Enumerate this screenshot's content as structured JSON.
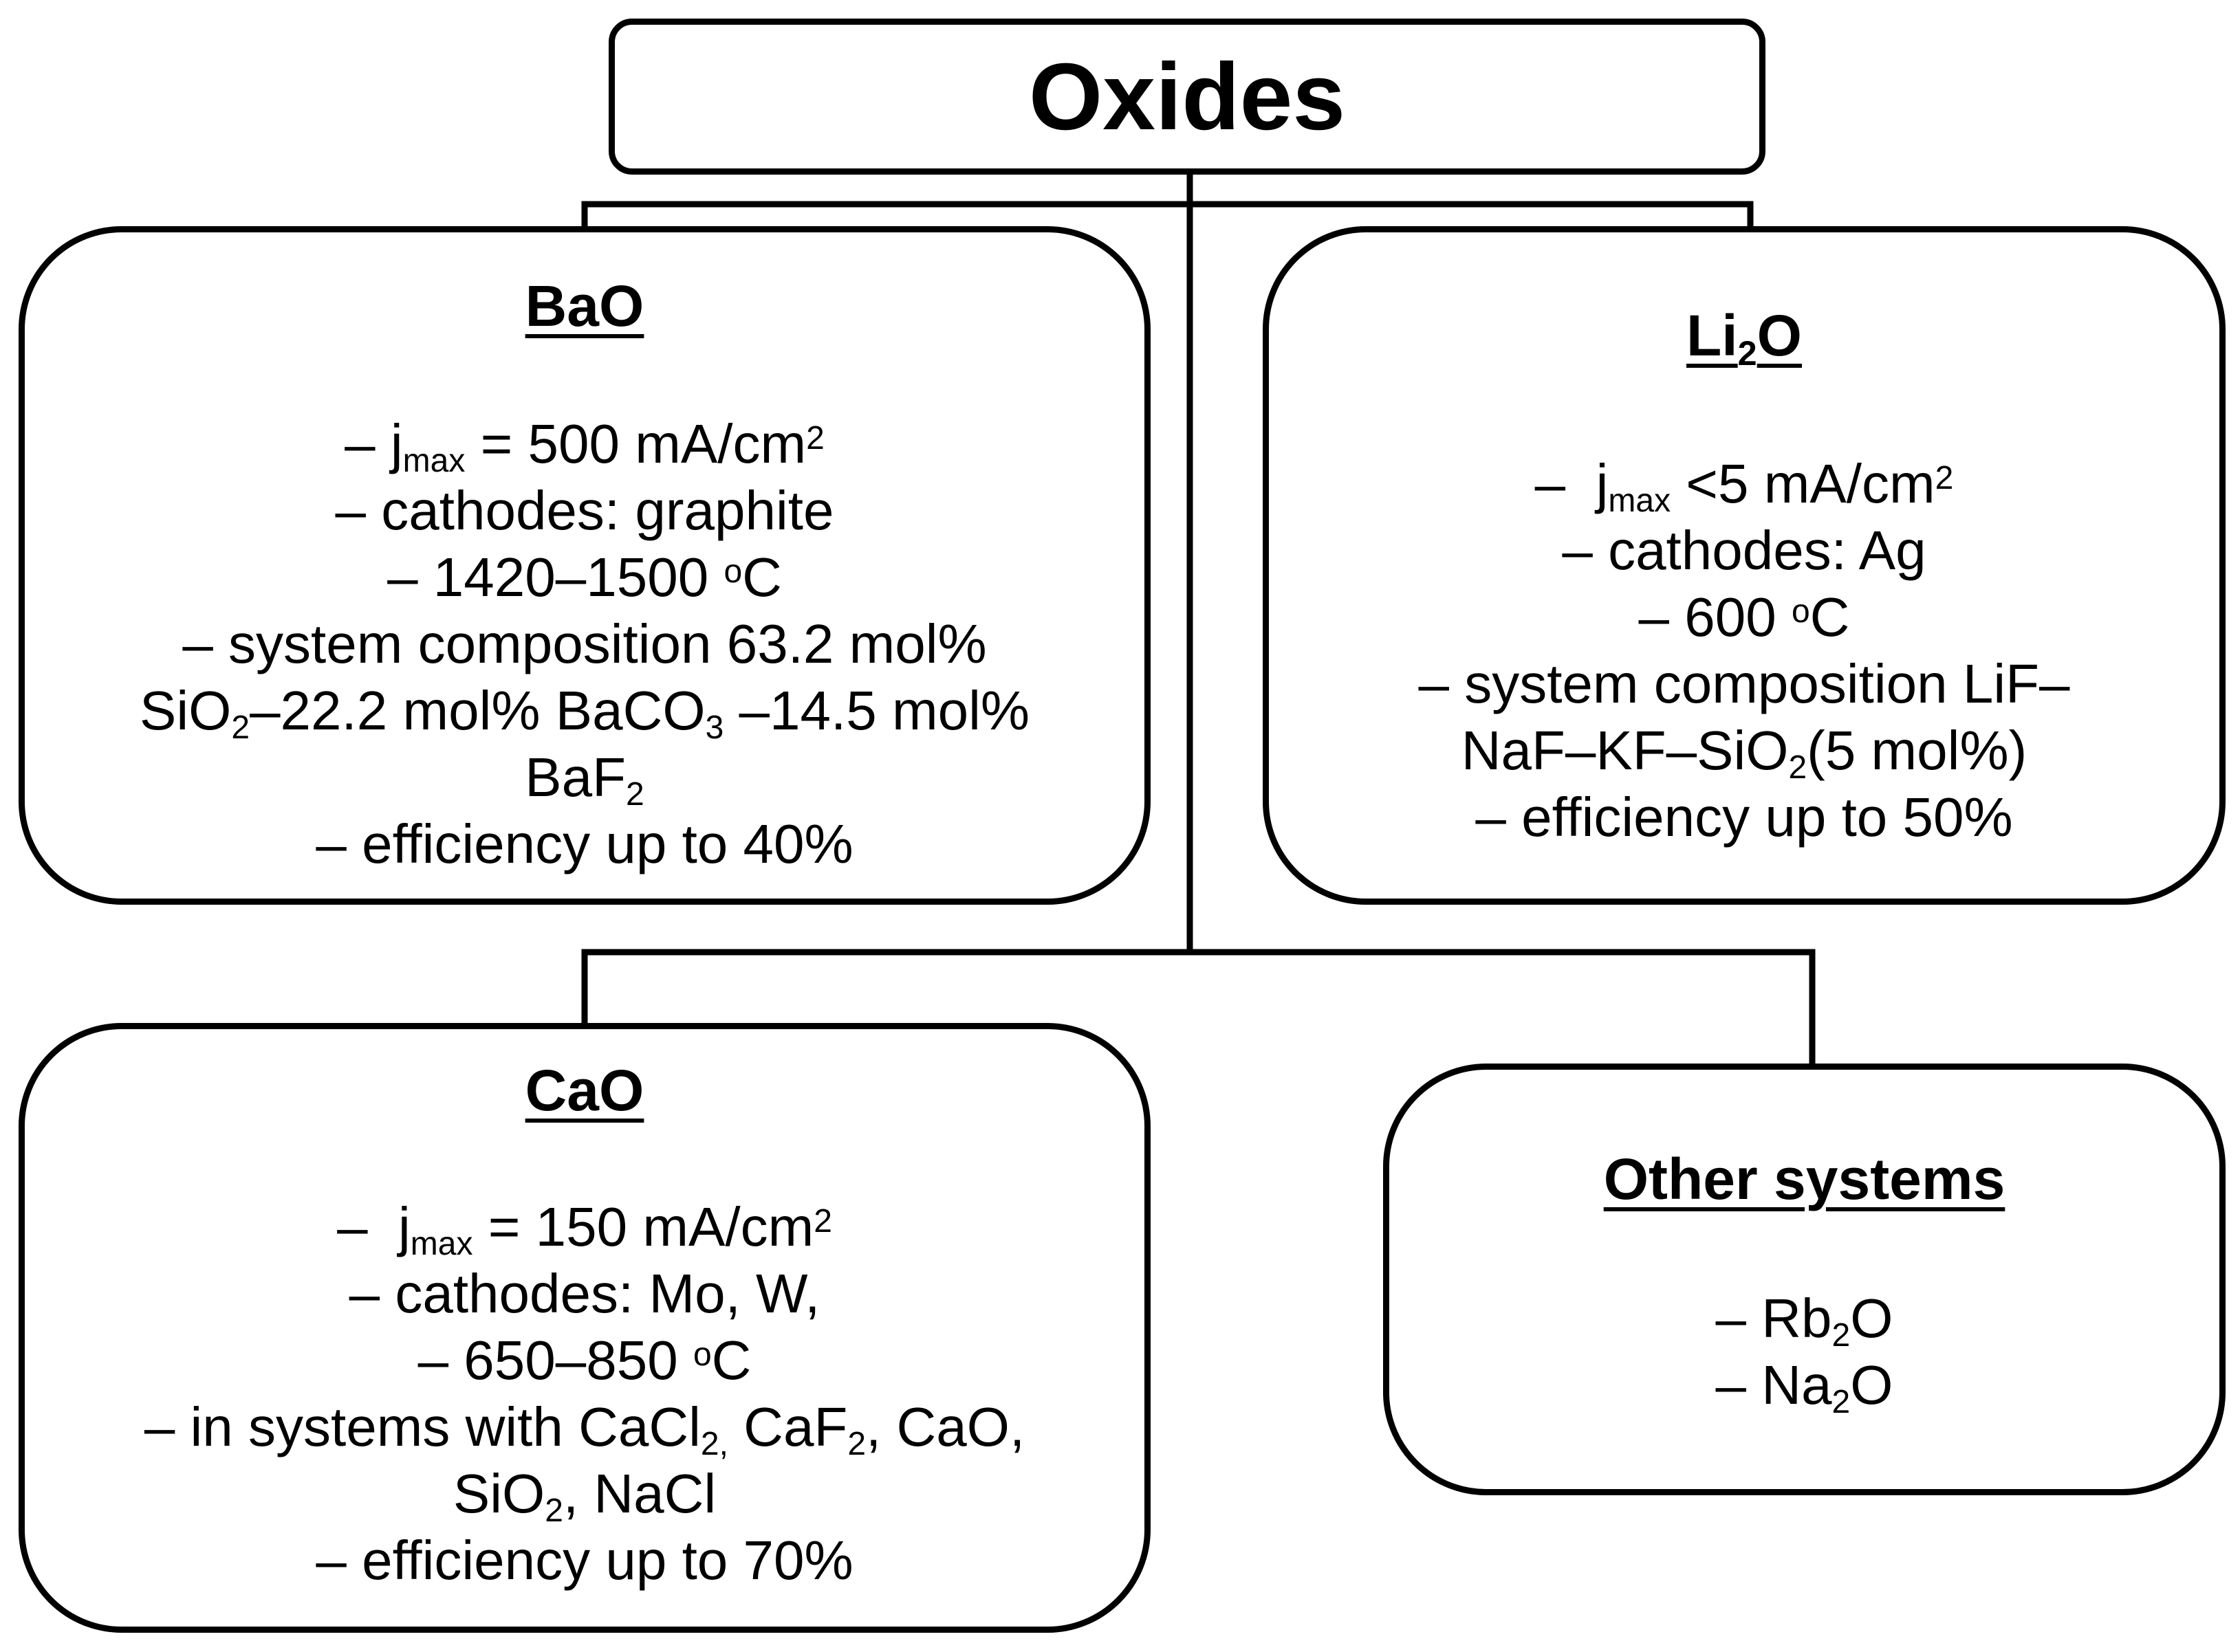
{
  "root": {
    "title": "Oxides"
  },
  "boxes": {
    "bao": {
      "title": "BaO",
      "lines": [
        "– j<sub>max</sub> = 500 mA/cm<sup>2</sup>",
        "– cathodes: graphite",
        "– 1420–1500 <sup>o</sup>C",
        "– system composition 63.2 mol%",
        "SiO<sub>2</sub>–22.2 mol% BaCO<sub>3</sub> –14.5 mol%",
        "BaF<sub>2</sub>",
        "– efficiency up to 40%"
      ]
    },
    "li2o": {
      "title": "Li<sub>2</sub>O",
      "lines": [
        "–&nbsp; j<sub>max</sub> &lt;5 mA/cm<sup>2</sup>",
        "– cathodes: Ag",
        "– 600 <sup>o</sup>C",
        "– system composition LiF–",
        "NaF–KF–SiO<sub>2</sub>(5 mol%)",
        "– efficiency up to 50%"
      ]
    },
    "cao": {
      "title": "CaO",
      "lines": [
        "–&nbsp; j<sub>max</sub> = 150 mA/cm<sup>2</sup>",
        "– cathodes: Mo, W,",
        "– 650–850 <sup>o</sup>C",
        "– in systems with CaCl<sub>2,</sub> CaF<sub>2</sub>, CaO,",
        "SiO<sub>2</sub>, NaCl",
        "– efficiency up to 70%"
      ]
    },
    "other": {
      "title": "Other systems",
      "lines": [
        "– Rb<sub>2</sub>O",
        "– Na<sub>2</sub>O"
      ]
    }
  }
}
